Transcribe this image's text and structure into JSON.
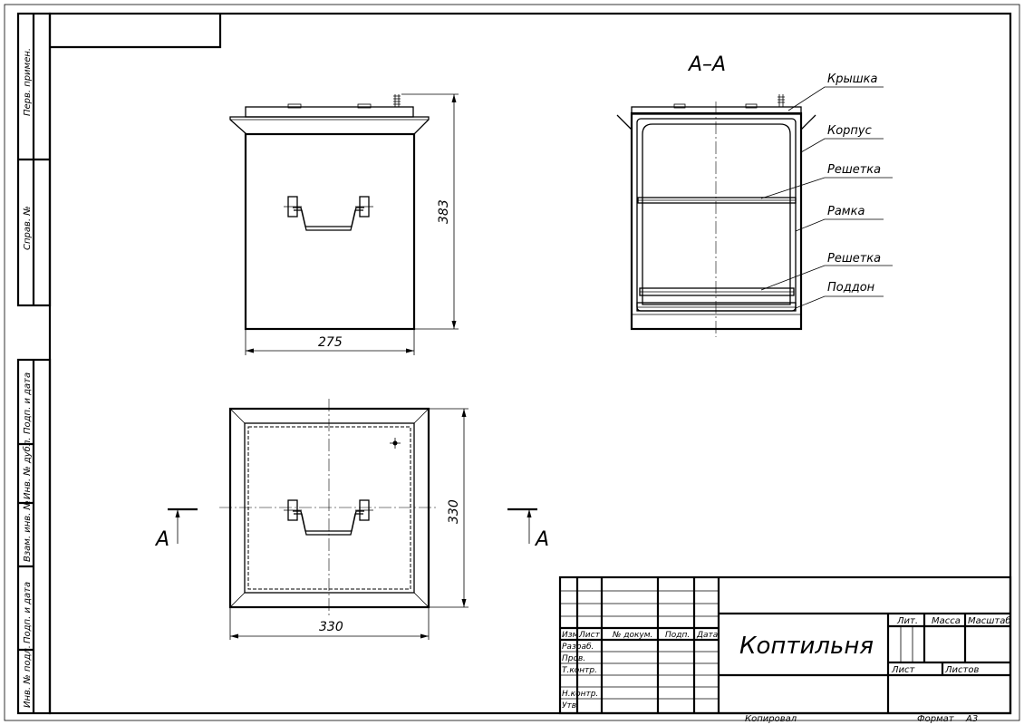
{
  "section_title": "А–А",
  "section_marks": {
    "left": "А",
    "right": "А"
  },
  "dimensions": {
    "front_width": "275",
    "front_height": "383",
    "top_width": "330",
    "top_height": "330"
  },
  "callouts": [
    "Крышка",
    "Корпус",
    "Решетка",
    "Рамка",
    "Решетка",
    "Поддон"
  ],
  "side_stamp": [
    "Перв. примен.",
    "Справ. №",
    "Подп. и дата",
    "Инв. № дубл.",
    "Взам. инв. №",
    "Подп. и дата",
    "Инв. № подл."
  ],
  "title_block": {
    "name": "Коптильня",
    "header": [
      "Изм.",
      "Лист",
      "№ докум.",
      "Подп.",
      "Дата"
    ],
    "roles": [
      "Разраб.",
      "Пров.",
      "Т.контр.",
      "Н.контр.",
      "Утв."
    ],
    "lit": "Лит.",
    "mass": "Масса",
    "scale": "Масштаб",
    "sheet": "Лист",
    "sheets": "Листов"
  },
  "footer": {
    "copied": "Копировал",
    "format_label": "Формат",
    "format_value": "А3"
  }
}
